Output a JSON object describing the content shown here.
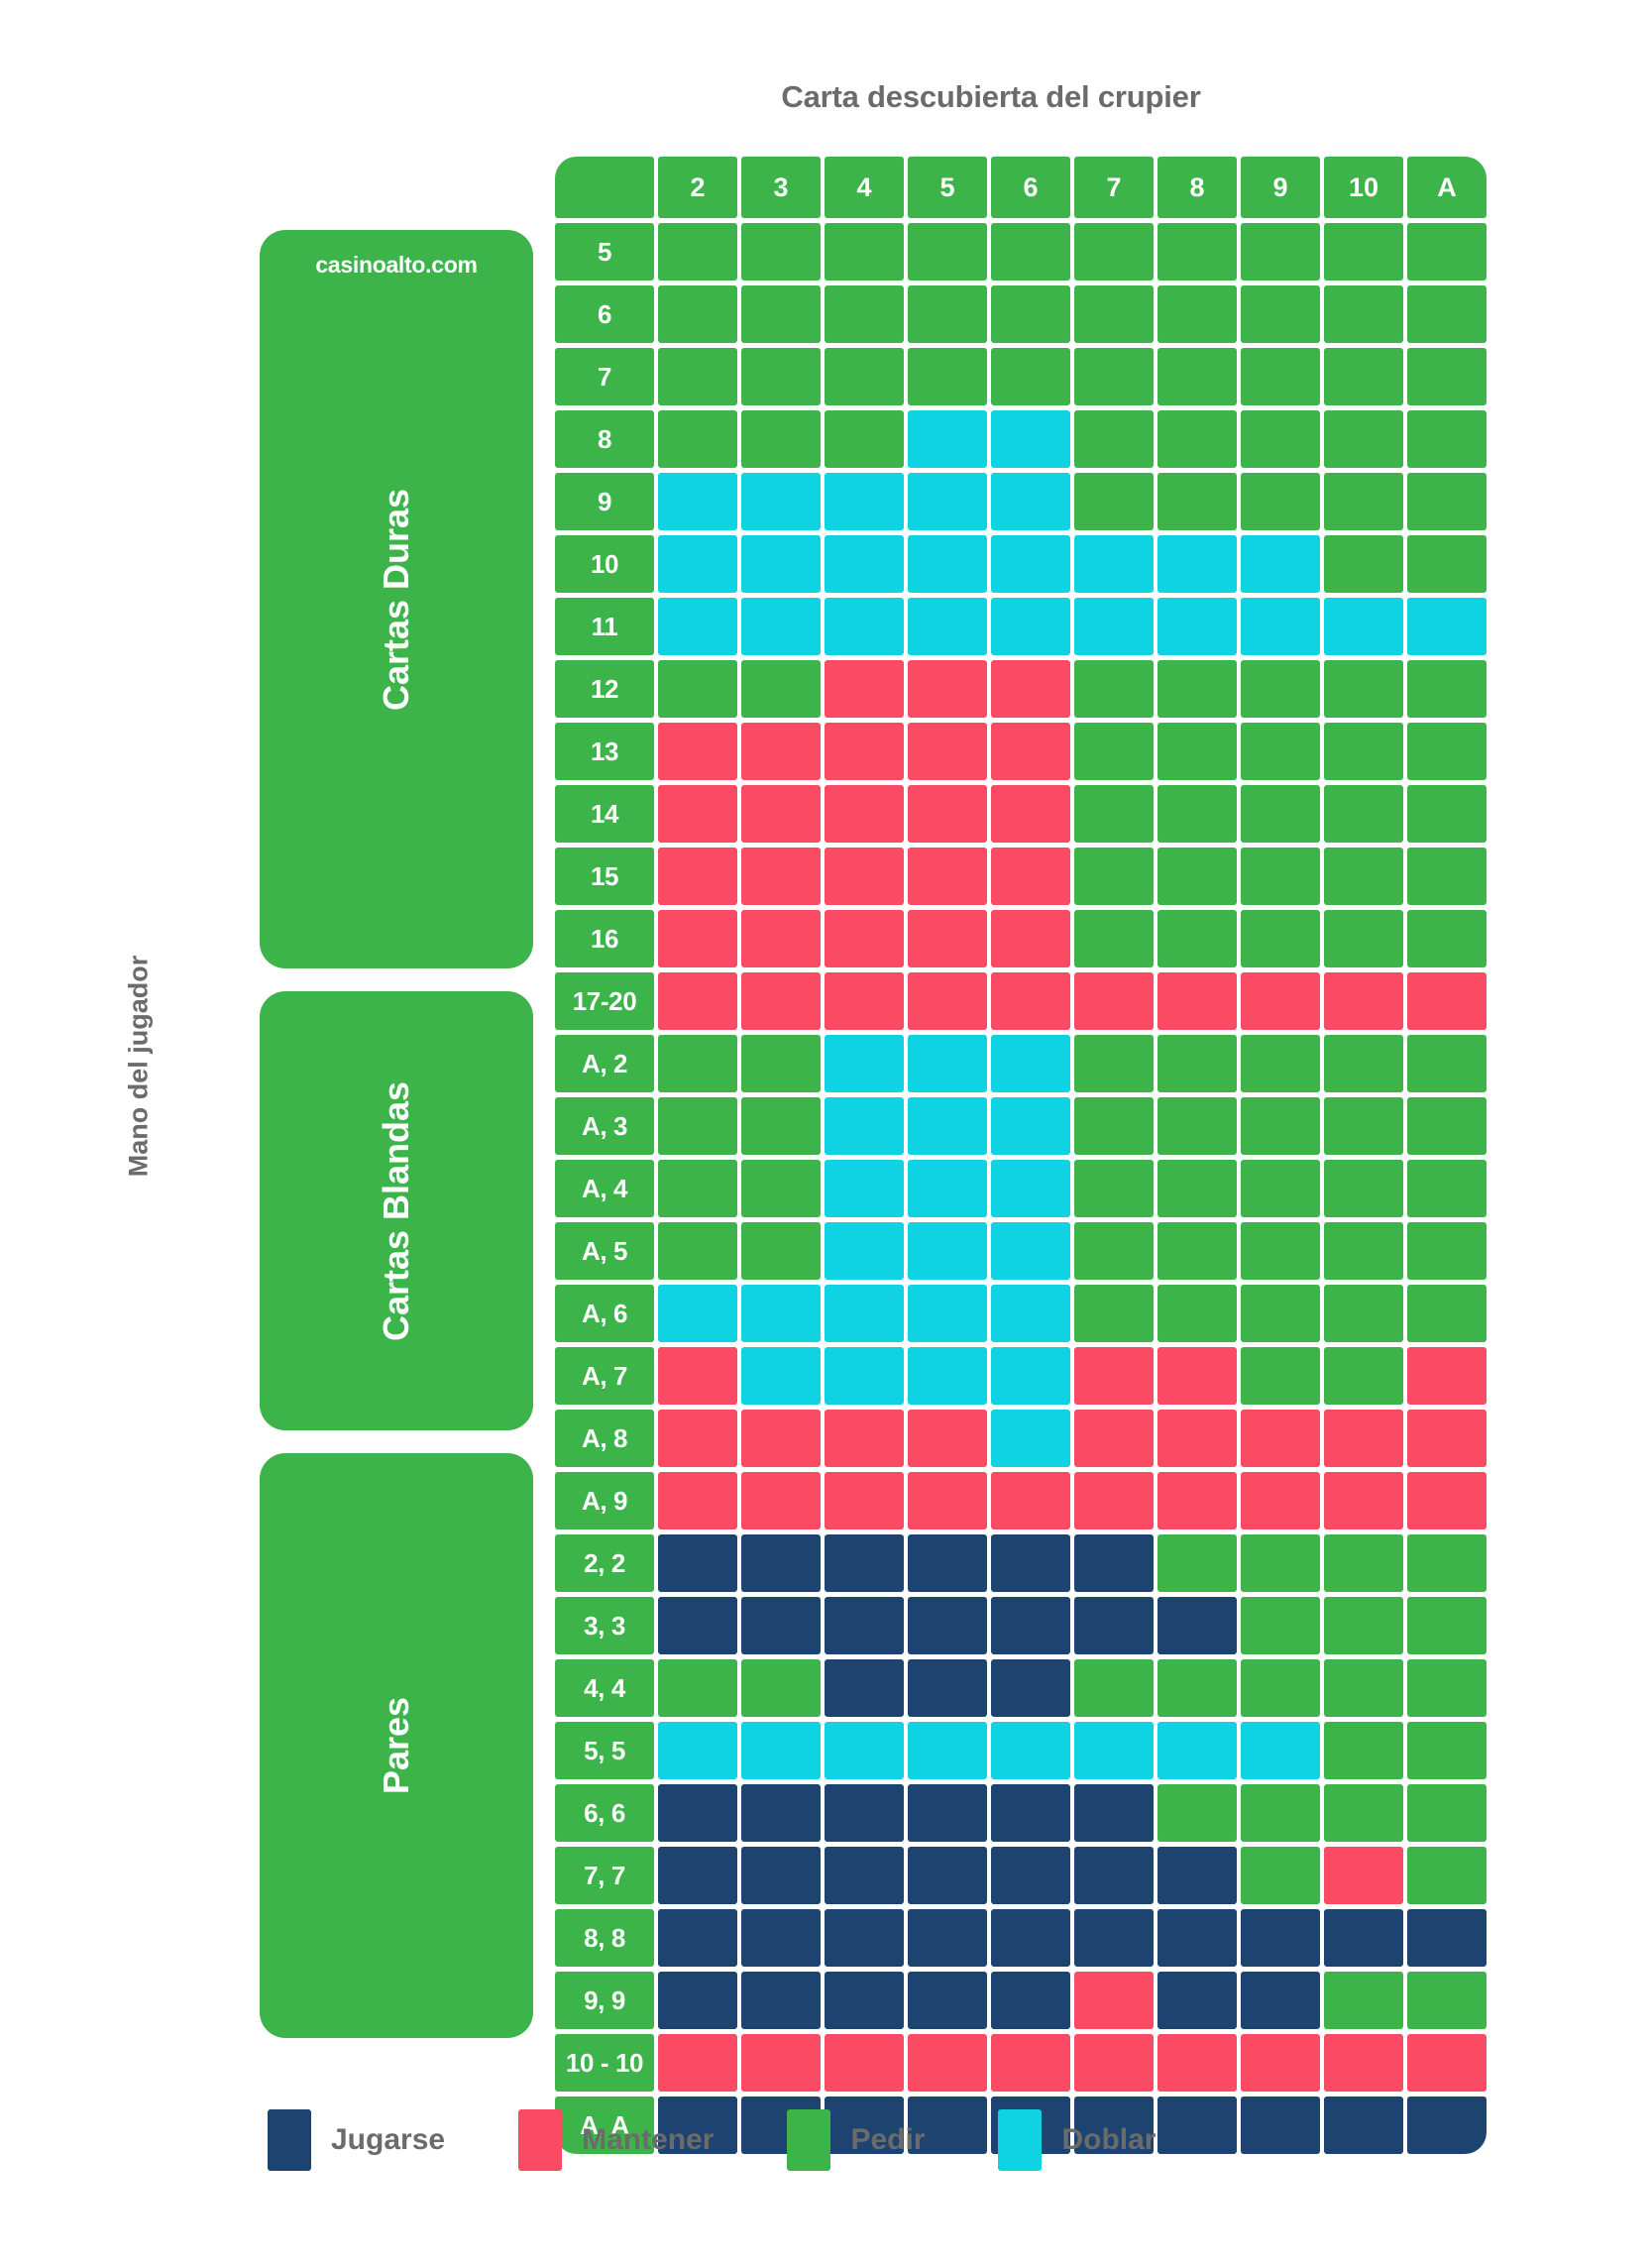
{
  "title": "Carta descubierta del crupier",
  "axis_label": "Mano del jugador",
  "brand": "casinoalto.com",
  "colors": {
    "hit": "#3cb44a",
    "stand": "#fb4a63",
    "double": "#0fd2e2",
    "split": "#1d4470",
    "panel": "#3cb44a",
    "text_gray": "#6b6b6b"
  },
  "categories": [
    {
      "id": "hard",
      "label": "Cartas Duras"
    },
    {
      "id": "soft",
      "label": "Cartas Blandas"
    },
    {
      "id": "pairs",
      "label": "Pares"
    }
  ],
  "legend": [
    {
      "key": "split",
      "color": "#1d4470",
      "label": "Jugarse"
    },
    {
      "key": "stand",
      "color": "#fb4a63",
      "label": "Mantener"
    },
    {
      "key": "hit",
      "color": "#3cb44a",
      "label": "Pedir"
    },
    {
      "key": "double",
      "color": "#0fd2e2",
      "label": "Doblar"
    }
  ],
  "chart_data": {
    "type": "heatmap",
    "title": "Carta descubierta del crupier",
    "xlabel": "Carta descubierta del crupier",
    "ylabel": "Mano del jugador",
    "columns": [
      "2",
      "3",
      "4",
      "5",
      "6",
      "7",
      "8",
      "9",
      "10",
      "A"
    ],
    "value_legend": {
      "hit": "Pedir",
      "stand": "Mantener",
      "double": "Doblar",
      "split": "Jugarse"
    },
    "sections": [
      {
        "name": "Cartas Duras",
        "rows": [
          {
            "label": "5",
            "values": [
              "hit",
              "hit",
              "hit",
              "hit",
              "hit",
              "hit",
              "hit",
              "hit",
              "hit",
              "hit"
            ]
          },
          {
            "label": "6",
            "values": [
              "hit",
              "hit",
              "hit",
              "hit",
              "hit",
              "hit",
              "hit",
              "hit",
              "hit",
              "hit"
            ]
          },
          {
            "label": "7",
            "values": [
              "hit",
              "hit",
              "hit",
              "hit",
              "hit",
              "hit",
              "hit",
              "hit",
              "hit",
              "hit"
            ]
          },
          {
            "label": "8",
            "values": [
              "hit",
              "hit",
              "hit",
              "double",
              "double",
              "hit",
              "hit",
              "hit",
              "hit",
              "hit"
            ]
          },
          {
            "label": "9",
            "values": [
              "double",
              "double",
              "double",
              "double",
              "double",
              "hit",
              "hit",
              "hit",
              "hit",
              "hit"
            ]
          },
          {
            "label": "10",
            "values": [
              "double",
              "double",
              "double",
              "double",
              "double",
              "double",
              "double",
              "double",
              "hit",
              "hit"
            ]
          },
          {
            "label": "11",
            "values": [
              "double",
              "double",
              "double",
              "double",
              "double",
              "double",
              "double",
              "double",
              "double",
              "double"
            ]
          },
          {
            "label": "12",
            "values": [
              "hit",
              "hit",
              "stand",
              "stand",
              "stand",
              "hit",
              "hit",
              "hit",
              "hit",
              "hit"
            ]
          },
          {
            "label": "13",
            "values": [
              "stand",
              "stand",
              "stand",
              "stand",
              "stand",
              "hit",
              "hit",
              "hit",
              "hit",
              "hit"
            ]
          },
          {
            "label": "14",
            "values": [
              "stand",
              "stand",
              "stand",
              "stand",
              "stand",
              "hit",
              "hit",
              "hit",
              "hit",
              "hit"
            ]
          },
          {
            "label": "15",
            "values": [
              "stand",
              "stand",
              "stand",
              "stand",
              "stand",
              "hit",
              "hit",
              "hit",
              "hit",
              "hit"
            ]
          },
          {
            "label": "16",
            "values": [
              "stand",
              "stand",
              "stand",
              "stand",
              "stand",
              "hit",
              "hit",
              "hit",
              "hit",
              "hit"
            ]
          },
          {
            "label": "17-20",
            "values": [
              "stand",
              "stand",
              "stand",
              "stand",
              "stand",
              "stand",
              "stand",
              "stand",
              "stand",
              "stand"
            ]
          }
        ]
      },
      {
        "name": "Cartas Blandas",
        "rows": [
          {
            "label": "A, 2",
            "values": [
              "hit",
              "hit",
              "double",
              "double",
              "double",
              "hit",
              "hit",
              "hit",
              "hit",
              "hit"
            ]
          },
          {
            "label": "A, 3",
            "values": [
              "hit",
              "hit",
              "double",
              "double",
              "double",
              "hit",
              "hit",
              "hit",
              "hit",
              "hit"
            ]
          },
          {
            "label": "A, 4",
            "values": [
              "hit",
              "hit",
              "double",
              "double",
              "double",
              "hit",
              "hit",
              "hit",
              "hit",
              "hit"
            ]
          },
          {
            "label": "A, 5",
            "values": [
              "hit",
              "hit",
              "double",
              "double",
              "double",
              "hit",
              "hit",
              "hit",
              "hit",
              "hit"
            ]
          },
          {
            "label": "A, 6",
            "values": [
              "double",
              "double",
              "double",
              "double",
              "double",
              "hit",
              "hit",
              "hit",
              "hit",
              "hit"
            ]
          },
          {
            "label": "A, 7",
            "values": [
              "stand",
              "double",
              "double",
              "double",
              "double",
              "stand",
              "stand",
              "hit",
              "hit",
              "stand"
            ]
          },
          {
            "label": "A, 8",
            "values": [
              "stand",
              "stand",
              "stand",
              "stand",
              "double",
              "stand",
              "stand",
              "stand",
              "stand",
              "stand"
            ]
          },
          {
            "label": "A, 9",
            "values": [
              "stand",
              "stand",
              "stand",
              "stand",
              "stand",
              "stand",
              "stand",
              "stand",
              "stand",
              "stand"
            ]
          }
        ]
      },
      {
        "name": "Pares",
        "rows": [
          {
            "label": "2, 2",
            "values": [
              "split",
              "split",
              "split",
              "split",
              "split",
              "split",
              "hit",
              "hit",
              "hit",
              "hit"
            ]
          },
          {
            "label": "3, 3",
            "values": [
              "split",
              "split",
              "split",
              "split",
              "split",
              "split",
              "split",
              "hit",
              "hit",
              "hit"
            ]
          },
          {
            "label": "4, 4",
            "values": [
              "hit",
              "hit",
              "split",
              "split",
              "split",
              "hit",
              "hit",
              "hit",
              "hit",
              "hit"
            ]
          },
          {
            "label": "5, 5",
            "values": [
              "double",
              "double",
              "double",
              "double",
              "double",
              "double",
              "double",
              "double",
              "hit",
              "hit"
            ]
          },
          {
            "label": "6, 6",
            "values": [
              "split",
              "split",
              "split",
              "split",
              "split",
              "split",
              "hit",
              "hit",
              "hit",
              "hit"
            ]
          },
          {
            "label": "7, 7",
            "values": [
              "split",
              "split",
              "split",
              "split",
              "split",
              "split",
              "split",
              "hit",
              "stand",
              "hit"
            ]
          },
          {
            "label": "8, 8",
            "values": [
              "split",
              "split",
              "split",
              "split",
              "split",
              "split",
              "split",
              "split",
              "split",
              "split"
            ]
          },
          {
            "label": "9, 9",
            "values": [
              "split",
              "split",
              "split",
              "split",
              "split",
              "stand",
              "split",
              "split",
              "hit",
              "hit"
            ]
          },
          {
            "label": "10 - 10",
            "values": [
              "stand",
              "stand",
              "stand",
              "stand",
              "stand",
              "stand",
              "stand",
              "stand",
              "stand",
              "stand"
            ]
          },
          {
            "label": "A, A",
            "values": [
              "split",
              "split",
              "split",
              "split",
              "split",
              "split",
              "split",
              "split",
              "split",
              "split"
            ]
          }
        ]
      }
    ]
  }
}
